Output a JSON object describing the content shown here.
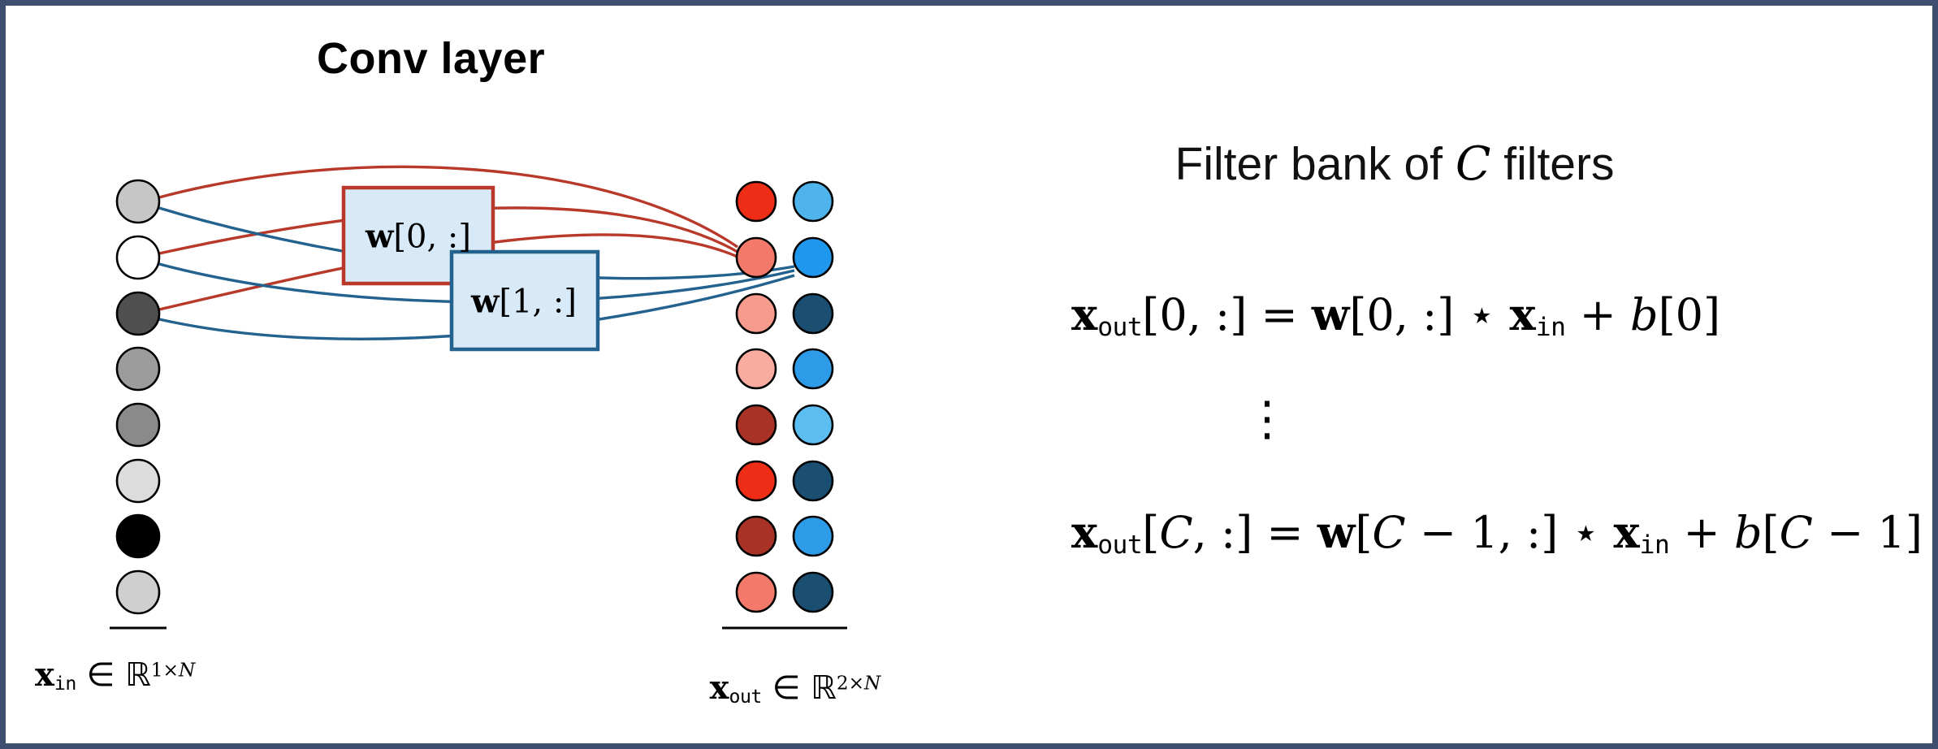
{
  "title": "Conv layer",
  "heading": {
    "pre": "Filter bank of ",
    "var": "C",
    "post": " filters"
  },
  "weight_boxes": {
    "w0": {
      "sym": "w",
      "index": "[0, :]"
    },
    "w1": {
      "sym": "w",
      "index": "[1, :]"
    }
  },
  "axis_labels": {
    "xin": {
      "sym": "x",
      "sub": "in",
      "mid": " ∈ ",
      "set": "ℝ",
      "sup": "1×",
      "sup_var": "N"
    },
    "xout": {
      "sym": "x",
      "sub": "out",
      "mid": " ∈ ",
      "set": "ℝ",
      "sup": "2×",
      "sup_var": "N"
    }
  },
  "equations": {
    "eq1": {
      "x": "x",
      "x_sub": "out",
      "t1": "[0, :] = ",
      "w": "w",
      "t2": "[0, :] ",
      "star": "⋆",
      "t3": " ",
      "x2": "x",
      "x2_sub": "in",
      "t4": " + ",
      "b": "b",
      "t5": "[0]"
    },
    "dots": "⋮",
    "eq2": {
      "x": "x",
      "x_sub": "out",
      "t1": "[",
      "c1": "C",
      "t2": ", :] = ",
      "w": "w",
      "t3": "[",
      "c2": "C",
      "t4": " − 1, :] ",
      "star": "⋆",
      "t5": " ",
      "x2": "x",
      "x2_sub": "in",
      "t6": " + ",
      "b": "b",
      "t7": "[",
      "c3": "C",
      "t8": " − 1]"
    }
  },
  "colors": {
    "frame_border": "#3d4e6e",
    "red_line": "#b8392a",
    "blue_line": "#23618e",
    "box_fill": "#d8eaf7",
    "red_box_border": "#b8392a",
    "blue_box_border": "#23618e",
    "node_stroke": "#000000",
    "input_nodes": [
      "#c6c6c6",
      "#ffffff",
      "#4f4f4f",
      "#9c9c9c",
      "#8a8a8a",
      "#dcdcdc",
      "#000000",
      "#cfcfcf"
    ],
    "red_nodes": [
      "#ed2d16",
      "#f3796b",
      "#f79c8d",
      "#f8ab9e",
      "#a93226",
      "#ed2d16",
      "#a93226",
      "#f3796b"
    ],
    "blue_nodes": [
      "#4fb4ec",
      "#1f97ec",
      "#1b4f72",
      "#2e9be8",
      "#5cbdf0",
      "#1b4f72",
      "#2e9be8",
      "#1b4f72"
    ]
  }
}
